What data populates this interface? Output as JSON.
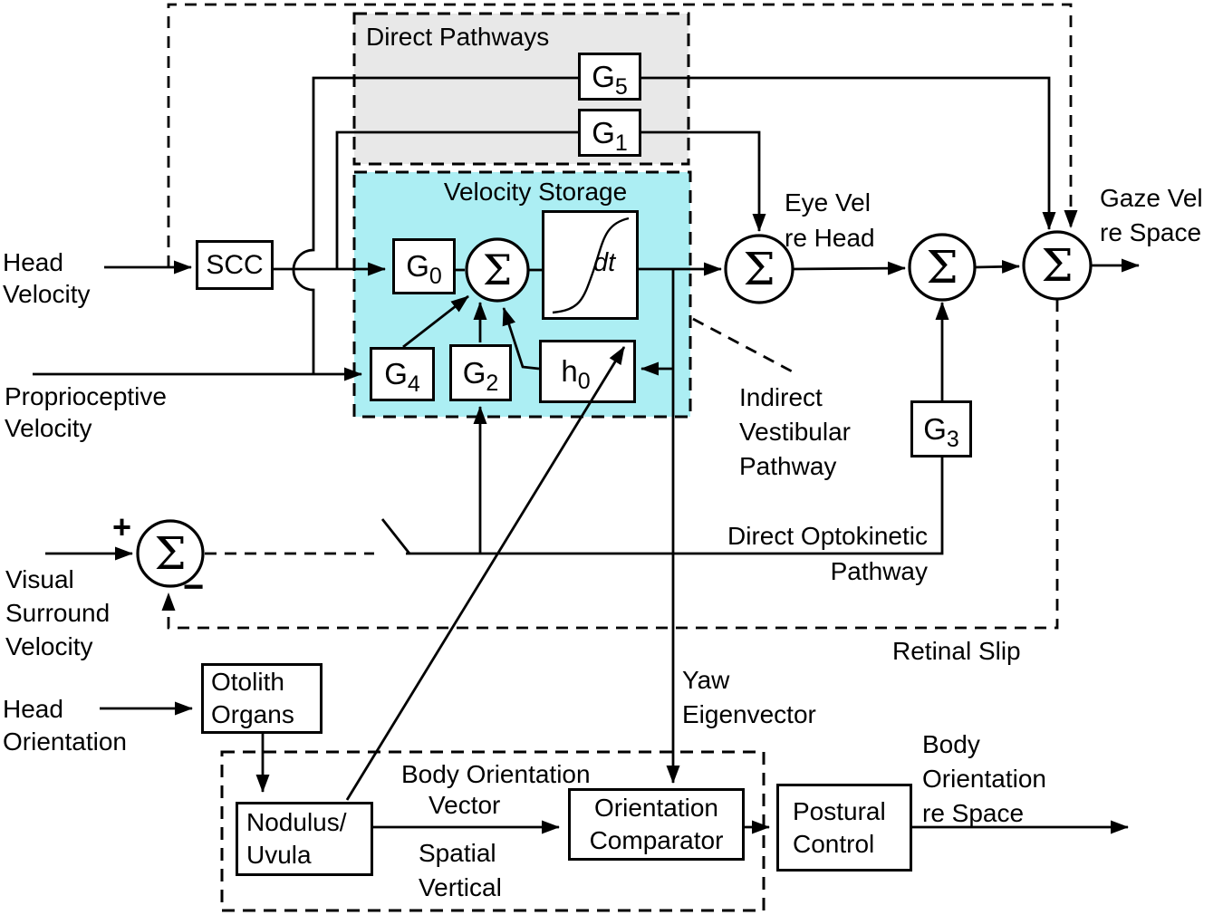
{
  "colors": {
    "background": "#ffffff",
    "direct_pathways_fill": "#e8e8e8",
    "velocity_storage_fill": "#aceef3",
    "line": "#000000"
  },
  "symbols": {
    "sigma": "Σ",
    "plus": "+",
    "minus": "−",
    "integrator_dt": "dt"
  },
  "regions": {
    "direct_pathways_title": "Direct Pathways",
    "velocity_storage_title": "Velocity Storage"
  },
  "blocks": {
    "scc": "SCC",
    "g0": {
      "base": "G",
      "sub": "0"
    },
    "g1": {
      "base": "G",
      "sub": "1"
    },
    "g2": {
      "base": "G",
      "sub": "2"
    },
    "g3": {
      "base": "G",
      "sub": "3"
    },
    "g4": {
      "base": "G",
      "sub": "4"
    },
    "g5": {
      "base": "G",
      "sub": "5"
    },
    "h0": {
      "base": "h",
      "sub": "0"
    },
    "otolith_organs": [
      "Otolith",
      "Organs"
    ],
    "nodulus_uvula": [
      "Nodulus/",
      "Uvula"
    ],
    "orientation_comparator": [
      "Orientation",
      "Comparator"
    ],
    "postural_control": [
      "Postural",
      "Control"
    ]
  },
  "labels": {
    "head_velocity": [
      "Head",
      "Velocity"
    ],
    "proprioceptive_velocity": [
      "Proprioceptive",
      "Velocity"
    ],
    "visual_surround_velocity": [
      "Visual",
      "Surround",
      "Velocity"
    ],
    "head_orientation": [
      "Head",
      "Orientation"
    ],
    "eye_vel_re_head": [
      "Eye Vel",
      "re Head"
    ],
    "gaze_vel_re_space": [
      "Gaze Vel",
      "re Space"
    ],
    "indirect_vestibular_pathway": [
      "Indirect",
      "Vestibular",
      "Pathway"
    ],
    "direct_optokinetic_pathway": [
      "Direct Optokinetic",
      "Pathway"
    ],
    "retinal_slip": "Retinal Slip",
    "yaw_eigenvector": [
      "Yaw",
      "Eigenvector"
    ],
    "body_orientation_vector": [
      "Body Orientation",
      "Vector"
    ],
    "spatial_vertical": [
      "Spatial",
      "Vertical"
    ],
    "body_orientation_re_space": [
      "Body",
      "Orientation",
      "re Space"
    ]
  }
}
